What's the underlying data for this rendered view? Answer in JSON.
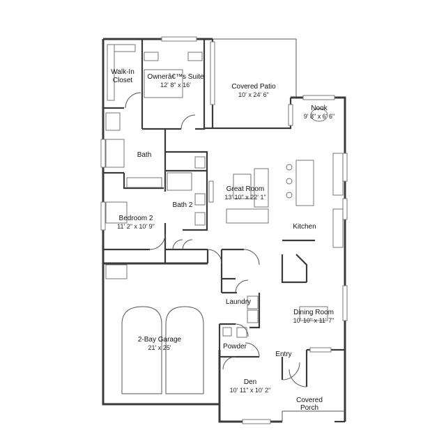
{
  "rooms": {
    "walk_in_closet": {
      "name_line1": "Walk-In",
      "name_line2": "Closet"
    },
    "owners_suite": {
      "name": "Ownerâ€™s Suite",
      "dims": "12' 8\" x 16'"
    },
    "covered_patio": {
      "name": "Covered Patio",
      "dims": "10' x 24' 6\""
    },
    "nook": {
      "name": "Nook",
      "dims": "9' 8\" x 6' 6\""
    },
    "bath": {
      "name": "Bath"
    },
    "bath_2": {
      "name": "Bath 2"
    },
    "great_room": {
      "name": "Great Room",
      "dims": "13' 10\" x 22' 1\""
    },
    "bedroom_2": {
      "name": "Bedroom 2",
      "dims": "11' 2\" x 10' 9\""
    },
    "kitchen": {
      "name": "Kitchen"
    },
    "laundry": {
      "name": "Laundry"
    },
    "dining_room": {
      "name": "Dining Room",
      "dims": "10' 10\" x 11' 7\""
    },
    "garage": {
      "name": "2-Bay Garage",
      "dims": "21' x 25'"
    },
    "powder": {
      "name": "Powder"
    },
    "entry": {
      "name": "Entry"
    },
    "den": {
      "name": "Den",
      "dims": "10' 11\" x 10' 2\""
    },
    "covered_porch": {
      "name_line1": "Covered",
      "name_line2": "Porch"
    }
  }
}
